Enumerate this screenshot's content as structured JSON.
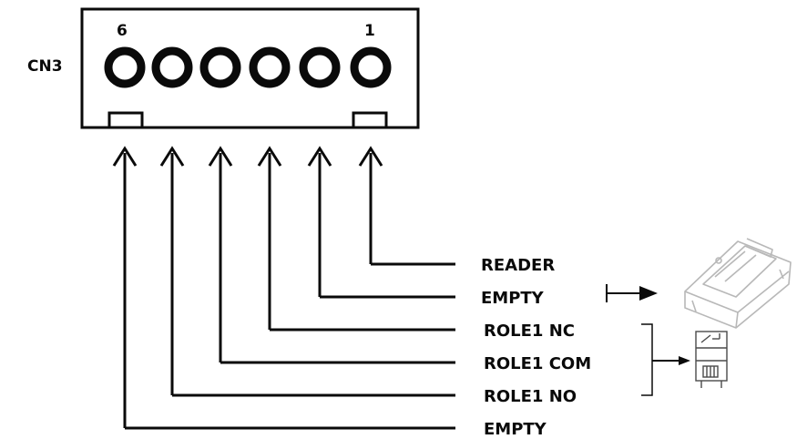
{
  "connector": {
    "name": "CN3",
    "pin_first_label": "6",
    "pin_last_label": "1",
    "pin_count": 6
  },
  "wires": [
    {
      "label": "READER"
    },
    {
      "label": "EMPTY"
    },
    {
      "label": "ROLE1 NC"
    },
    {
      "label": "ROLE1 COM"
    },
    {
      "label": "ROLE1 NO"
    },
    {
      "label": "EMPTY"
    }
  ],
  "devices": {
    "reader_icon": "card-reader-icon",
    "relay_icon": "relay-icon"
  },
  "colors": {
    "line": "#0a0a0a",
    "device": "#b8b8b8",
    "background": "#ffffff"
  }
}
